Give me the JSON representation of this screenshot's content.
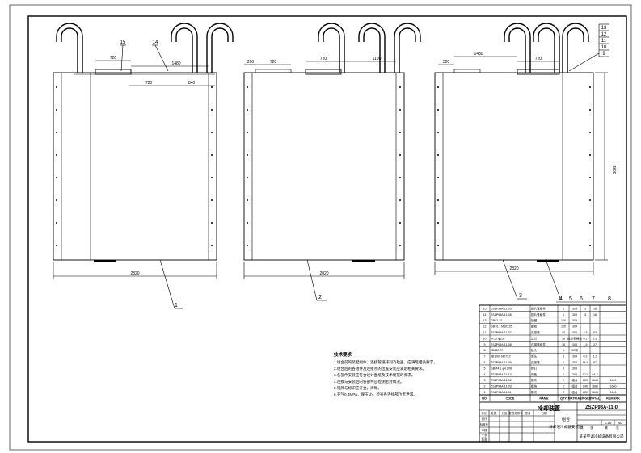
{
  "panels": [
    {
      "callout": "1",
      "dims": {
        "total_width": "2820",
        "top_span": "1480",
        "slot_a": "720",
        "slot_b": "720",
        "offset": "840"
      },
      "leaders": [
        "15",
        "14"
      ]
    },
    {
      "callout": "2",
      "dims": {
        "total_width": "2820",
        "left_offset": "200",
        "slot_a": "720",
        "slot_b": "720",
        "span": "1100"
      }
    },
    {
      "callout": "3",
      "dims": {
        "total_width": "2820",
        "left_offset": "320",
        "top_span": "1480",
        "slot": "720",
        "height": "2800"
      }
    }
  ],
  "right_leaders": [
    "13",
    "12",
    "11",
    "10",
    "9"
  ],
  "bottom_leaders": [
    "4",
    "5",
    "6",
    "7",
    "8"
  ],
  "notes": {
    "title": "技术要求",
    "lines": [
      "1.组合前的装配组件，连接管道排列及检查，应满足相关要求。",
      "2.组合后的各组件及连接点的位置安装应满足相关要求。",
      "3.各部件安装应符合设计图纸及技术规范的要求。",
      "4.连接与安装后的各部件应检测密封情况。",
      "5.铭牌与标识应齐全，清晰。",
      "6.充气0.4MPa，保压1h，检查各连接部位无泄漏。"
    ]
  },
  "bom": {
    "header": [
      "NO.",
      "CODE",
      "NAME",
      "QTY",
      "MATRIAL",
      "SINGLE",
      "TOTAL",
      "REMARK"
    ],
    "rows": [
      [
        "15",
        "ZSZP93A-11-05",
        "翅片管组件",
        "6",
        "304",
        "3",
        "18",
        ""
      ],
      [
        "14",
        "ZSZP93A-11-06",
        "翅片管组件",
        "6",
        "304",
        "3",
        "18",
        ""
      ],
      [
        "13",
        "GB93 10",
        "垫圈",
        "120",
        "304",
        "",
        "",
        ""
      ],
      [
        "12",
        "GB70.1 M10X25",
        "螺栓",
        "120",
        "304",
        "",
        "",
        ""
      ],
      [
        "11",
        "ZSZP93A-11-07",
        "连接管",
        "18",
        "304",
        "3.5",
        "63",
        ""
      ],
      [
        "10",
        "JF10 φ158",
        "法兰",
        "18",
        "橡胶石棉板",
        "0.1",
        "1.8",
        ""
      ],
      [
        "9",
        "ZSZP93A-11-08",
        "连接管组件",
        "18",
        "304",
        "1.5",
        "27",
        ""
      ],
      [
        "8",
        "JB582 27",
        "接头",
        "6",
        "20钢",
        "",
        "",
        ""
      ],
      [
        "7",
        "JB1000 M27X2",
        "堵头",
        "6",
        "304",
        "0.2",
        "1.2",
        ""
      ],
      [
        "6",
        "ZSZP93A-11-09",
        "连接管",
        "6",
        "304",
        "14.5",
        "87",
        ""
      ],
      [
        "5",
        "GB/T4.1 φ4.2X6",
        "铆钉",
        "6",
        "304",
        "",
        "",
        ""
      ],
      [
        "4",
        "ZSZP93A-11-10",
        "侧板",
        "6",
        "304",
        "10.7",
        "64.2",
        ""
      ],
      [
        "3",
        "ZSZP93A-11-02",
        "模块",
        "2",
        "组合",
        "820",
        "1640",
        "1640"
      ],
      [
        "2",
        "ZSZP93A-11-03",
        "模块",
        "2",
        "组合",
        "840",
        "1680",
        "1680"
      ],
      [
        "1",
        "ZSZP93A-11-01",
        "模块",
        "2",
        "组合",
        "820",
        "1640",
        "1640"
      ]
    ]
  },
  "title_block": {
    "assembly_title": "冷却装置",
    "drawing_no": "ZSZP93A-11-0",
    "scale_row": [
      "",
      "",
      "1:20",
      "NO"
    ],
    "small_labels": [
      "标记",
      "处数",
      "分区",
      "更改文件号",
      "签名",
      "日期",
      "设计",
      "标准化",
      "审核",
      "工艺",
      "批准"
    ],
    "product_name": "组合",
    "subtitle": "冷却液冷却器安装图",
    "sheet_info": [
      "共",
      "张",
      "第",
      "张"
    ],
    "company": "某某空调冷却设备有限公司"
  }
}
